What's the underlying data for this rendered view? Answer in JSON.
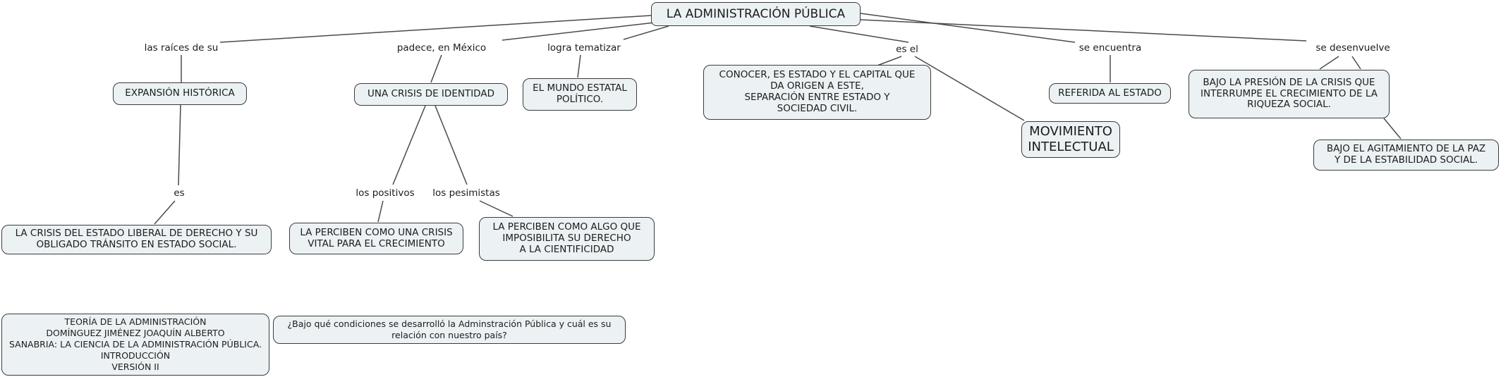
{
  "diagram": {
    "title": "LA ADMINISTRACIÓN PÚBLICA",
    "colors": {
      "background": "#ffffff",
      "node_fill": "#ecf2f4",
      "node_border": "#3b3b3b",
      "connector_line": "#4a4a4a",
      "text": "#1c1c1c"
    },
    "concepts": {
      "expansion_historica": "EXPANSIÓN HISTÓRICA",
      "una_crisis_identidad": "UNA CRISIS DE IDENTIDAD",
      "mundo_estatal": "EL MUNDO ESTATAL\nPOLÍTICO.",
      "conocer_estado_capital": "CONOCER, ES ESTADO Y EL CAPITAL QUE\nDA ORIGEN A ESTE,\nSEPARACIÓN ENTRE ESTADO Y\nSOCIEDAD CIVIL.",
      "referida_al_estado": "REFERIDA AL ESTADO",
      "movimiento_intelectual": "MOVIMIENTO\nINTELECTUAL",
      "bajo_presion_crisis": "BAJO LA PRESIÓN DE LA CRISIS QUE\nINTERRUMPE EL CRECIMIENTO DE LA\nRIQUEZA SOCIAL.",
      "bajo_agitamiento": "BAJO EL AGITAMIENTO DE LA PAZ\nY DE LA ESTABILIDAD SOCIAL.",
      "crisis_estado_liberal": "LA CRISIS DEL ESTADO LIBERAL DE DERECHO Y SU\nOBLIGADO TRÁNSITO EN ESTADO SOCIAL.",
      "perciben_crisis_vital": "LA PERCIBEN COMO UNA CRISIS\nVITAL PARA EL CRECIMIENTO",
      "perciben_algo_imposibilita": "LA PERCIBEN COMO ALGO QUE\nIMPOSIBILITA SU DERECHO\nA LA CIENTIFICIDAD",
      "referencia_teoria": "TEORÍA DE LA ADMINISTRACIÓN\nDOMÍNGUEZ JIMÉNEZ JOAQUÍN ALBERTO\nSANABRIA: LA CIENCIA DE LA ADMINISTRACIÓN PÚBLICA.\nINTRODUCCIÓN\nVERSIÓN II",
      "pregunta_enfoque": "¿Bajo qué condiciones se desarrolló la Adminstración Pública y cuál es su relación con nuestro país?"
    },
    "linking_phrases": {
      "las_raices": "las raíces de su",
      "padece_mexico": "padece, en México",
      "logra_tematizar": "logra tematizar",
      "es_el": "es el",
      "se_encuentra": "se encuentra",
      "se_desenvuelve": "se desenvuelve",
      "es": "es",
      "los_positivos": "los positivos",
      "los_pesimistas": "los pesimistas"
    }
  }
}
